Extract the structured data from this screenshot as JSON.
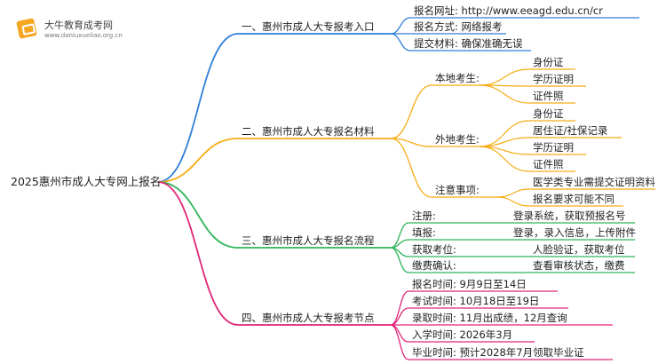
{
  "logo": {
    "title": "大牛教育成考网",
    "url": "www.daniuxueliao.org.cn"
  },
  "root": "2025惠州市成人大专网上报名",
  "branches": [
    {
      "label": "一、惠州市成人大专报考入口",
      "color": "#2f7fd8",
      "children": [
        {
          "label": "报名网址: http://www.eeagd.edu.cn/cr"
        },
        {
          "label": "报名方式: 网络报考"
        },
        {
          "label": "提交材料: 确保准确无误"
        }
      ]
    },
    {
      "label": "二、惠州市成人大专报名材料",
      "color": "#f5ac14",
      "children": [
        {
          "label": "本地考生:",
          "children": [
            "身份证",
            "学历证明",
            "证件照"
          ]
        },
        {
          "label": "外地考生:",
          "children": [
            "身份证",
            "居住证/社保记录",
            "学历证明",
            "证件照"
          ]
        },
        {
          "label": "注意事项:",
          "children": [
            "医学类专业需提交证明资料",
            "报名要求可能不同"
          ]
        }
      ]
    },
    {
      "label": "三、惠州市成人大专报名流程",
      "color": "#2fb45a",
      "children": [
        {
          "label": "注册:",
          "note": "登录系统，获取预报名号"
        },
        {
          "label": "填报:",
          "note": "登录，录入信息，上传附件"
        },
        {
          "label": "获取考位:",
          "note": "人脸验证，获取考位"
        },
        {
          "label": "缴费确认:",
          "note": "查看审核状态，缴费"
        }
      ]
    },
    {
      "label": "四、惠州市成人大专报考节点",
      "color": "#e0267a",
      "children": [
        {
          "label": "报名时间: 9月9日至14日"
        },
        {
          "label": "考试时间: 10月18日至19日"
        },
        {
          "label": "录取时间: 11月出成绩，12月查询"
        },
        {
          "label": "入学时间: 2026年3月"
        },
        {
          "label": "毕业时间: 预计2028年7月领取毕业证"
        }
      ]
    }
  ]
}
